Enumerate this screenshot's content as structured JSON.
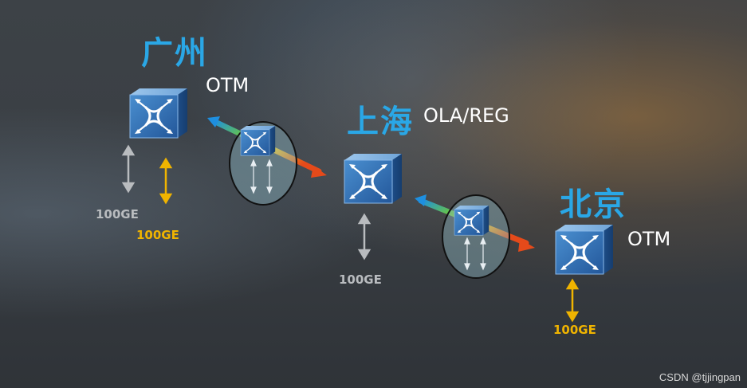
{
  "nodes": [
    {
      "city": "广州",
      "role": "OTM",
      "rates": [
        "100GE",
        "100GE"
      ]
    },
    {
      "city": "上海",
      "role": "OLA/REG",
      "rates": [
        "100GE"
      ]
    },
    {
      "city": "北京",
      "role": "OTM",
      "rates": [
        "100GE"
      ]
    }
  ],
  "watermark": "CSDN @tjjingpan",
  "colors": {
    "city": "#2aa7e6",
    "switch_face": "#2d6cb0",
    "rate_gray": "#b9bcbf",
    "rate_gold": "#f0b400",
    "link_gradient": [
      "#1e8fe0",
      "#6cc83c",
      "#f5d31a",
      "#e54a1a"
    ]
  },
  "icons": [
    "optical-switch-icon",
    "bidirectional-arrow-icon",
    "amplifier-ellipse-icon"
  ]
}
